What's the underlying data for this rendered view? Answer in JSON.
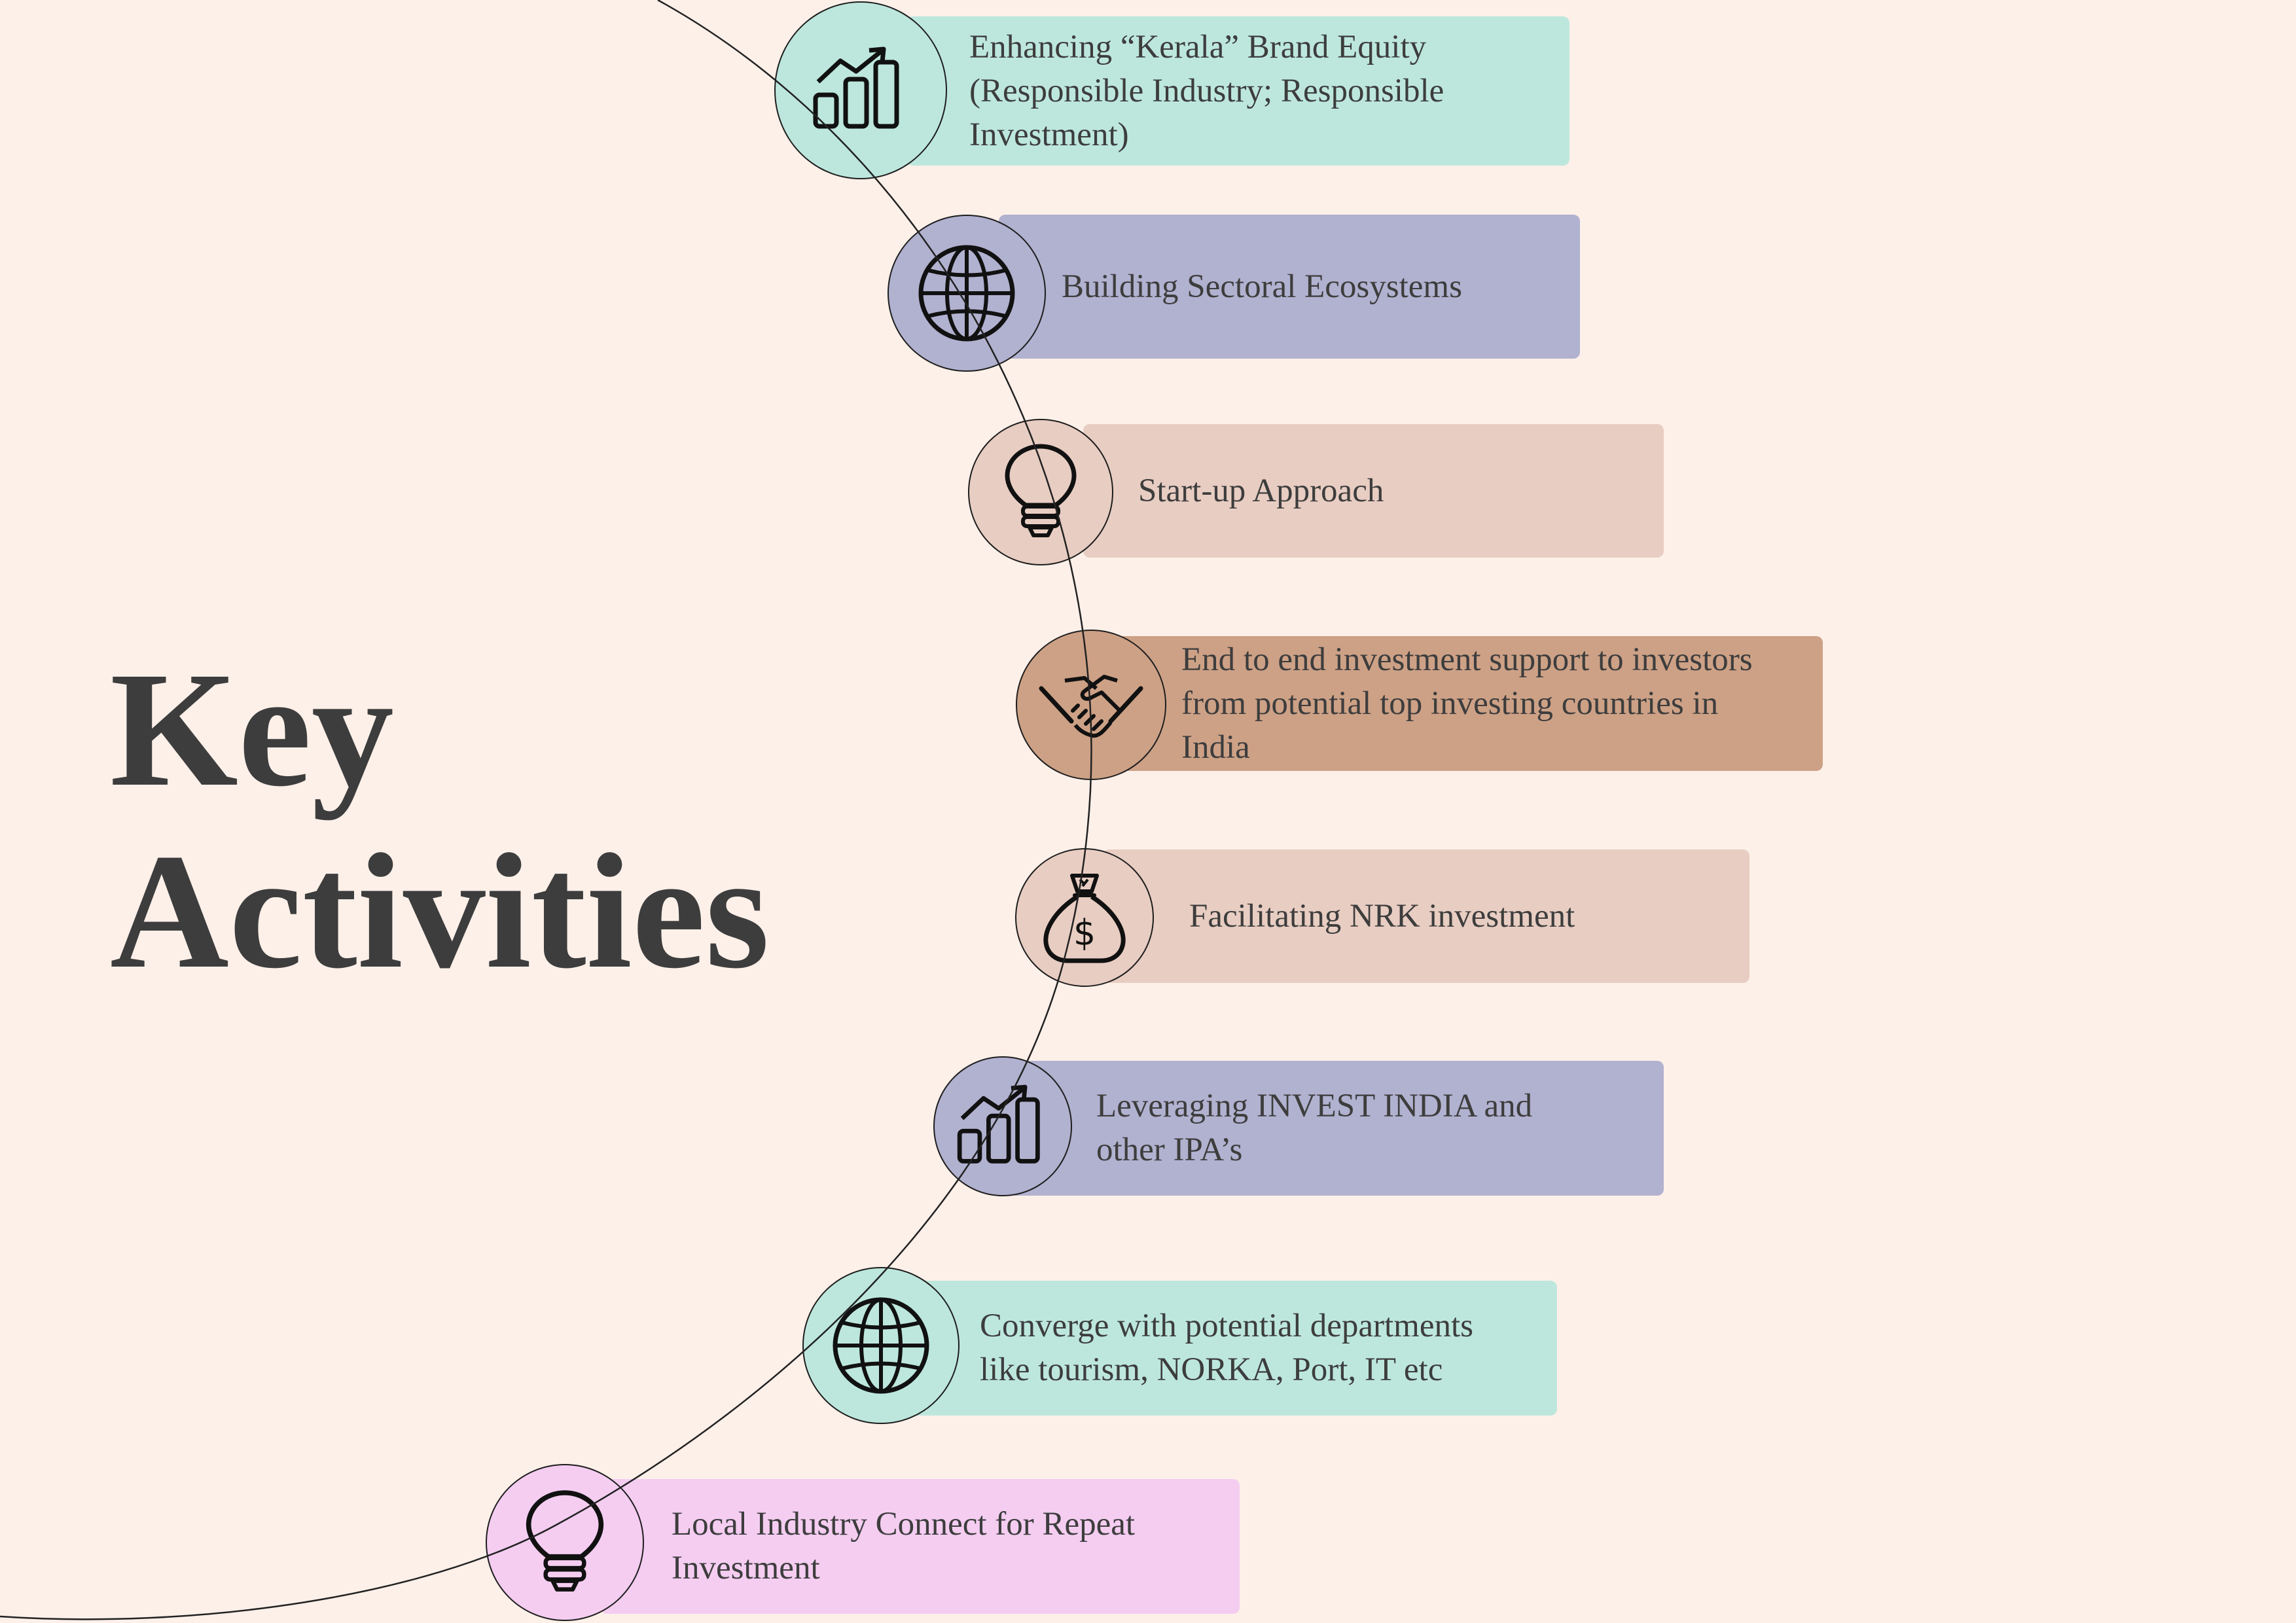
{
  "title": {
    "line1": "Key",
    "line2": "Activities"
  },
  "activities": [
    {
      "text": "Enhancing “Kerala” Brand Equity\n(Responsible Industry; Responsible\nInvestment)",
      "icon": "growth-chart-icon",
      "color": "#bde7dd"
    },
    {
      "text": "Building Sectoral Ecosystems",
      "icon": "globe-icon",
      "color": "#b1b1d0"
    },
    {
      "text": "Start-up Approach",
      "icon": "lightbulb-icon",
      "color": "#e8cdc2"
    },
    {
      "text": "End to end investment support to investors\nfrom potential top investing countries in\nIndia",
      "icon": "handshake-icon",
      "color": "#cda186"
    },
    {
      "text": "Facilitating NRK investment",
      "icon": "money-bag-icon",
      "color": "#e8cdc2"
    },
    {
      "text": "Leveraging INVEST INDIA and\nother IPA’s",
      "icon": "growth-chart-icon",
      "color": "#b1b1d0"
    },
    {
      "text": "Converge with potential departments\nlike tourism, NORKA, Port, IT etc",
      "icon": "globe-icon",
      "color": "#bde7dd"
    },
    {
      "text": "Local Industry Connect for Repeat\n Investment",
      "icon": "lightbulb-icon",
      "color": "#f4cdf1"
    }
  ]
}
